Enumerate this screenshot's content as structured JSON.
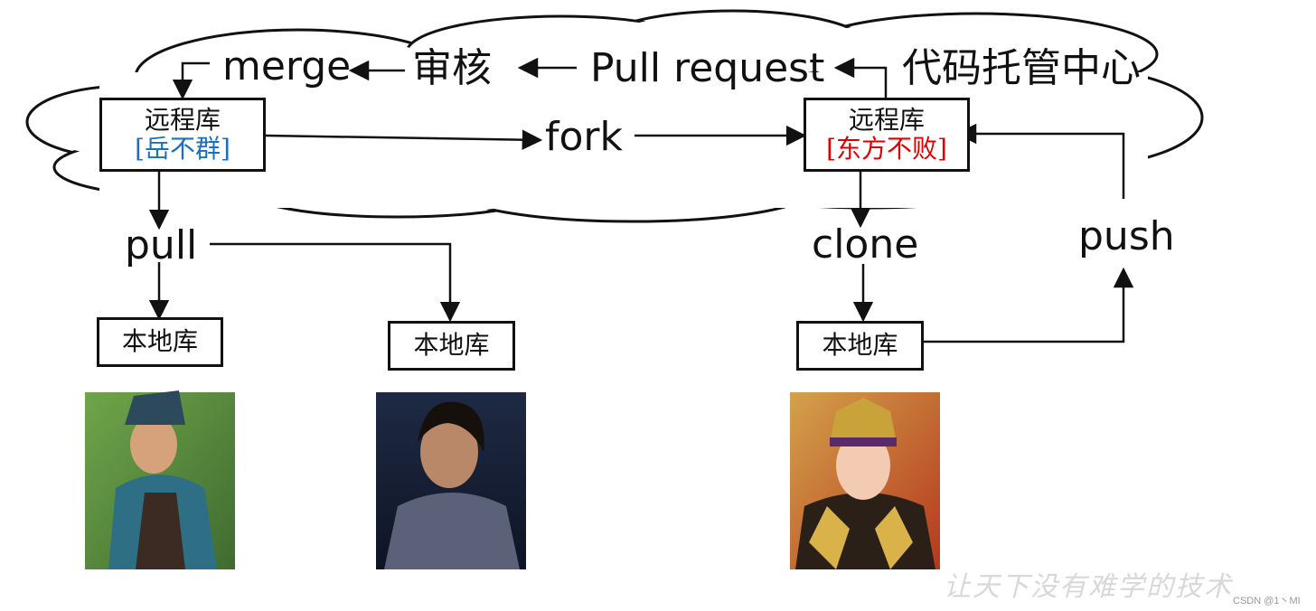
{
  "cloud": {
    "title": "代码托管中心"
  },
  "steps": {
    "merge": "merge",
    "review": "审核",
    "pull_request": "Pull request",
    "fork": "fork",
    "pull": "pull",
    "clone": "clone",
    "push": "push"
  },
  "remote_left": {
    "label": "远程库",
    "owner": "[岳不群]",
    "owner_color": "#1a6fc0"
  },
  "remote_right": {
    "label": "远程库",
    "owner": "[东方不败]",
    "owner_color": "#e00000"
  },
  "local_repos": [
    {
      "label": "本地库"
    },
    {
      "label": "本地库"
    },
    {
      "label": "本地库"
    }
  ],
  "watermark": "让天下没有难学的技术",
  "credit": "CSDN @1丶MI"
}
